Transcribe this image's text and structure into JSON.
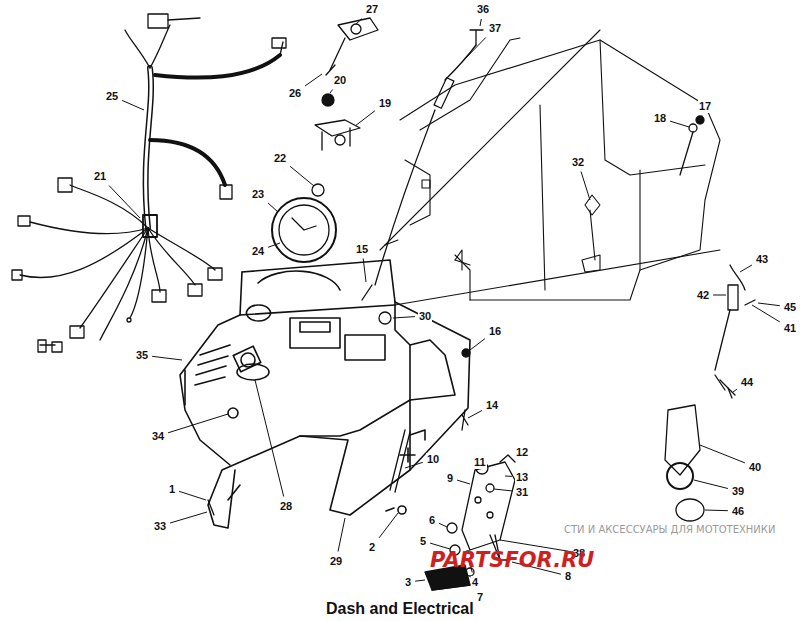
{
  "diagram": {
    "title": "Dash and Electrical",
    "labels": [
      "27",
      "36",
      "37",
      "26",
      "20",
      "19",
      "18",
      "17",
      "25",
      "21",
      "22",
      "23",
      "24",
      "15",
      "32",
      "43",
      "42",
      "45",
      "41",
      "35",
      "30",
      "16",
      "14",
      "44",
      "34",
      "40",
      "1",
      "28",
      "10",
      "12",
      "11",
      "13",
      "9",
      "31",
      "39",
      "33",
      "46",
      "2",
      "29",
      "6",
      "5",
      "38",
      "8",
      "3",
      "4",
      "7",
      "СТИ И АКСЕССУАРЫ ДЛЯ МОТОТЕХНИКИ",
      "PARTSFOR.RU"
    ]
  }
}
